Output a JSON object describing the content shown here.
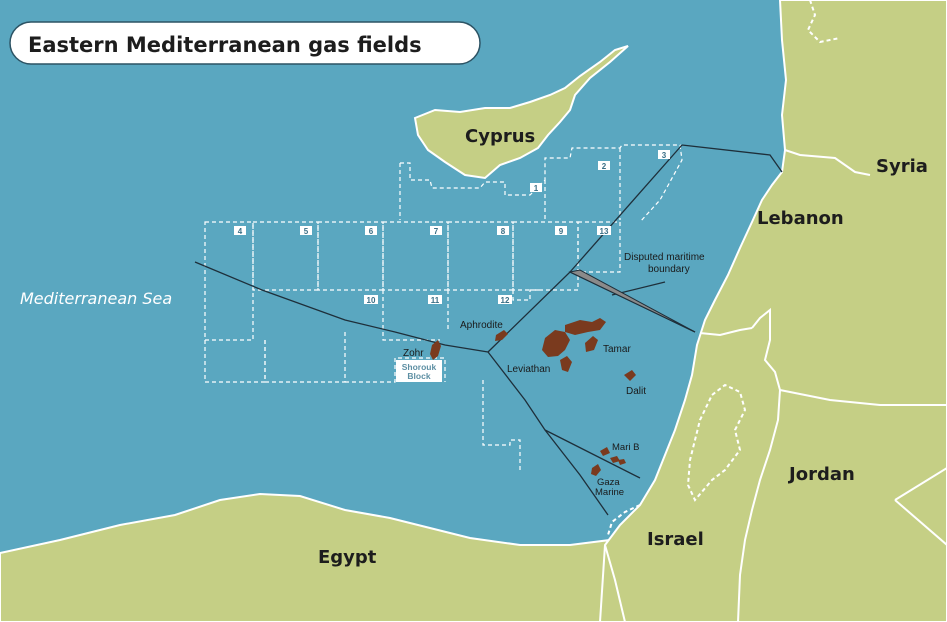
{
  "title": "Eastern Mediterranean gas fields",
  "colors": {
    "sea": "#5aa7c0",
    "land": "#c5cf85",
    "border": "#ffffff",
    "field": "#7a3a1e",
    "line": "#1e2f3a",
    "disputed": "#8a8a8a"
  },
  "countries": {
    "cyprus": "Cyprus",
    "syria": "Syria",
    "lebanon": "Lebanon",
    "jordan": "Jordan",
    "israel": "Israel",
    "egypt": "Egypt"
  },
  "sea_label": "Mediterranean Sea",
  "disputed_label": [
    "Disputed maritime",
    "boundary"
  ],
  "shorouk_label": [
    "Shorouk",
    "Block"
  ],
  "fields": {
    "zohr": "Zohr",
    "aphrodite": "Aphrodite",
    "tamar": "Tamar",
    "leviathan": "Leviathan",
    "dalit": "Dalit",
    "mari_b": "Mari B",
    "gaza_marine": [
      "Gaza",
      "Marine"
    ]
  },
  "blocks": [
    "1",
    "2",
    "3",
    "4",
    "5",
    "6",
    "7",
    "8",
    "9",
    "13",
    "10",
    "11",
    "12"
  ]
}
